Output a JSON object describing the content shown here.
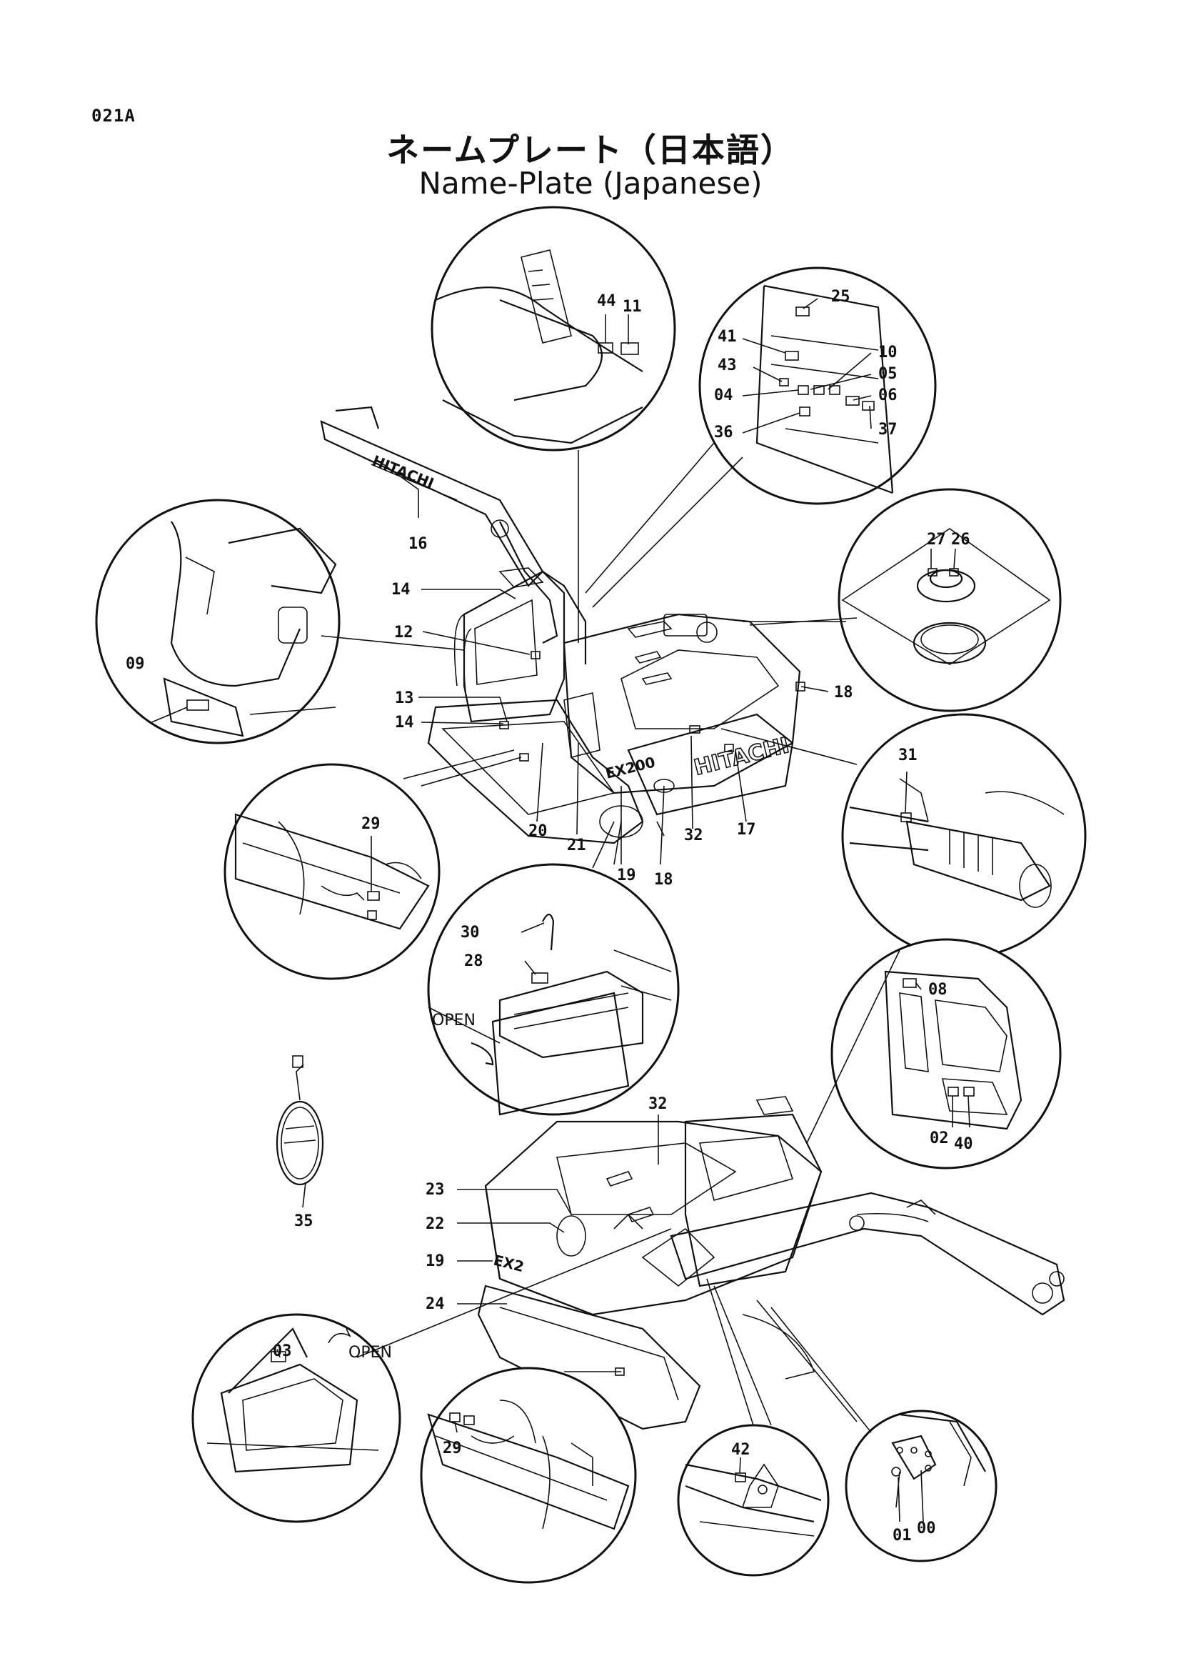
{
  "page_code": "021A",
  "title_jp": "ネームプレート（日本語）",
  "title_en": "Name-Plate (Japanese)",
  "labels": {
    "open_upper": "OPEN",
    "open_lower": "OPEN",
    "brand_boom": "HITACHI",
    "brand_counterweight": "HITACHI"
  },
  "callouts": {
    "c44": "44",
    "c11": "11",
    "c25": "25",
    "c41": "41",
    "c10": "10",
    "c43": "43",
    "c05": "05",
    "c04": "04",
    "c06": "06",
    "c36": "36",
    "c37": "37",
    "c16": "16",
    "c14a": "14",
    "c12": "12",
    "c09": "09",
    "c13": "13",
    "c14b": "14",
    "c27": "27",
    "c26": "26",
    "c18a": "18",
    "c20": "20",
    "c21": "21",
    "c19a": "19",
    "c18b": "18",
    "c32a": "32",
    "c17": "17",
    "c31": "31",
    "c29a": "29",
    "c30": "30",
    "c28": "28",
    "c08": "08",
    "c35": "35",
    "c32b": "32",
    "c02": "02",
    "c40": "40",
    "c23": "23",
    "c22": "22",
    "c19b": "19",
    "c24": "24",
    "c03": "03",
    "c29b": "29",
    "c42": "42",
    "c01": "01",
    "c00": "00"
  }
}
